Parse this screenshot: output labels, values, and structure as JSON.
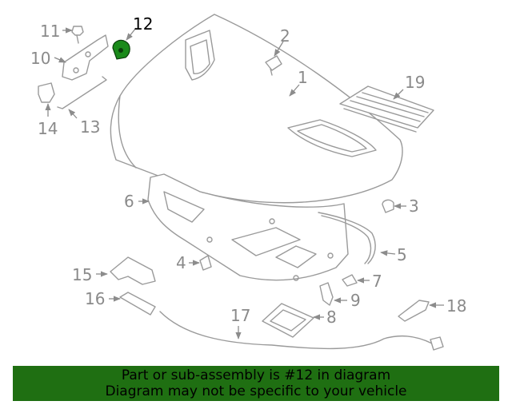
{
  "callouts": {
    "c1": "1",
    "c2": "2",
    "c3": "3",
    "c4": "4",
    "c5": "5",
    "c6": "6",
    "c7": "7",
    "c8": "8",
    "c9": "9",
    "c10": "10",
    "c11": "11",
    "c12": "12",
    "c13": "13",
    "c14": "14",
    "c15": "15",
    "c16": "16",
    "c17": "17",
    "c18": "18",
    "c19": "19"
  },
  "highlight": {
    "part": "12",
    "color": "#1a8a1a"
  },
  "banner": {
    "line1": "Part or sub-assembly is #12 in diagram",
    "line2": "Diagram may not be specific to your vehicle",
    "background": "#1f6f12"
  }
}
